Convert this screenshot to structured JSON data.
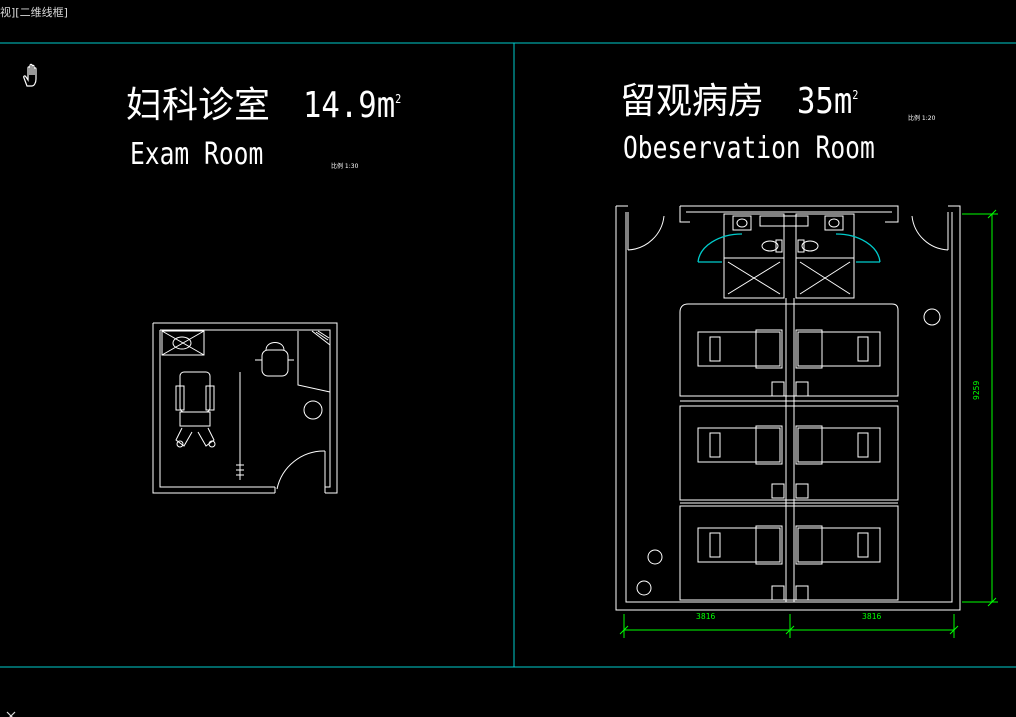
{
  "viewport": {
    "label": "视][二维线框]"
  },
  "rooms": [
    {
      "id": "exam",
      "name_cn": "妇科诊室",
      "area_value": "14.9m",
      "area_unit_sup": "2",
      "name_en": "Exam Room",
      "scale_note": "比例 1:30"
    },
    {
      "id": "observation",
      "name_cn": "留观病房",
      "area_value": "35m",
      "area_unit_sup": "2",
      "name_en": "Obeservation Room",
      "scale_note": "比例 1:20",
      "dimensions": {
        "width_left": "3816",
        "width_right": "3816",
        "height": "9259"
      }
    }
  ],
  "colors": {
    "background": "#000000",
    "lines": "#ffffff",
    "viewport_border": "#00cccc",
    "dimension": "#00ff00",
    "door_highlight": "#00cccc"
  },
  "icons": {
    "pan": "hand-pan-icon",
    "close": "close-icon"
  }
}
